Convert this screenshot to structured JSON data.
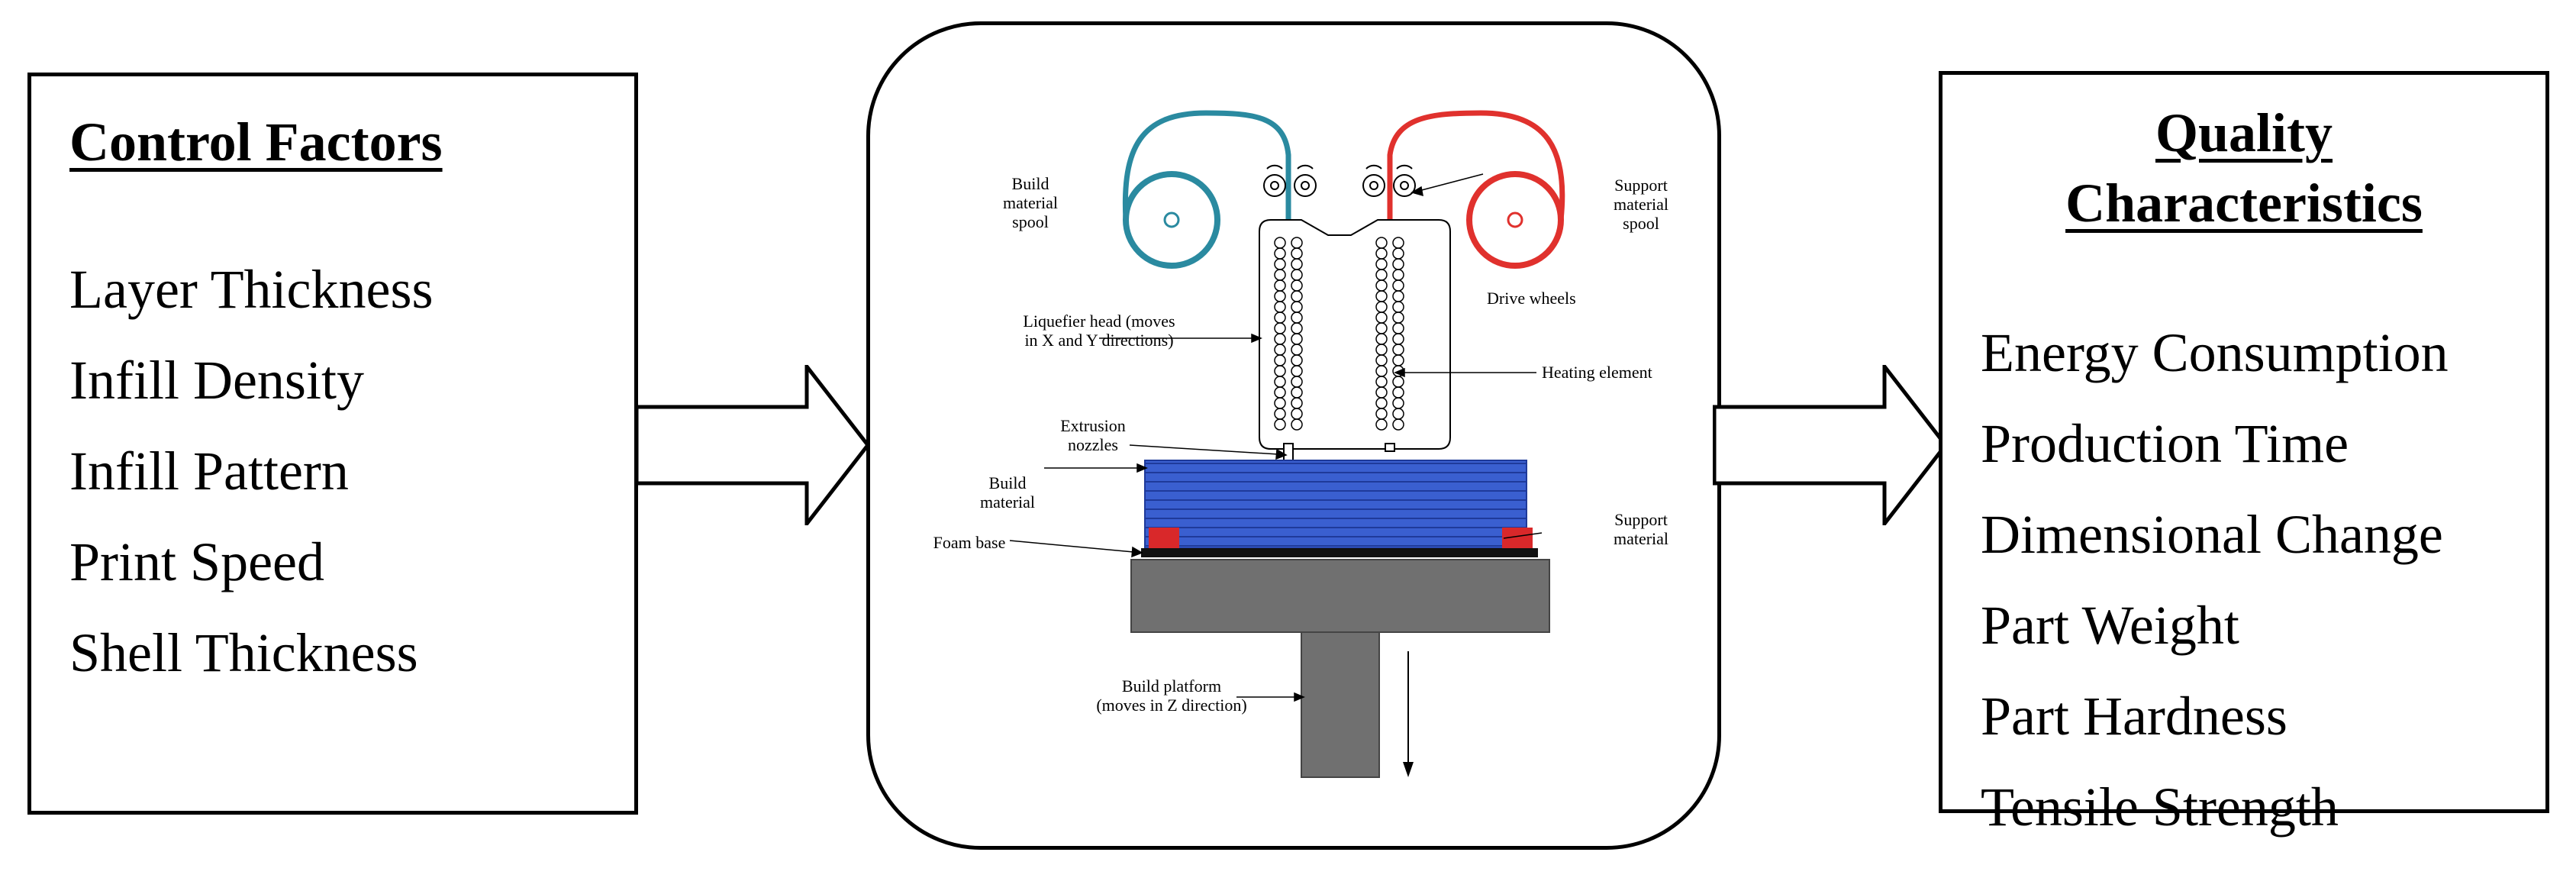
{
  "left_panel": {
    "title": "Control Factors",
    "items": [
      "Layer Thickness",
      "Infill Density",
      "Infill Pattern",
      "Print Speed",
      "Shell Thickness"
    ]
  },
  "right_panel": {
    "title_line1": "Quality",
    "title_line2": "Characteristics",
    "items": [
      "Energy Consumption",
      "Production Time",
      "Dimensional Change",
      "Part Weight",
      "Part Hardness",
      "Tensile Strength"
    ]
  },
  "fdm_diagram": {
    "labels": {
      "build_spool_1": "Build",
      "build_spool_2": "material",
      "build_spool_3": "spool",
      "support_spool_1": "Support",
      "support_spool_2": "material",
      "support_spool_3": "spool",
      "drive_wheels": "Drive wheels",
      "liquefier_1": "Liquefier head (moves",
      "liquefier_2": "in X and Y directions)",
      "heating_element": "Heating element",
      "extrusion_1": "Extrusion",
      "extrusion_2": "nozzles",
      "build_material_1": "Build",
      "build_material_2": "material",
      "support_material_1": "Support",
      "support_material_2": "material",
      "foam_base": "Foam base",
      "platform_1": "Build platform",
      "platform_2": "(moves in Z direction)"
    },
    "colors": {
      "build_filament": "#2a8aa0",
      "support_filament": "#e0312d",
      "build_material": "#3a5fd0",
      "support_material": "#d9282a",
      "platform": "#707070"
    }
  }
}
